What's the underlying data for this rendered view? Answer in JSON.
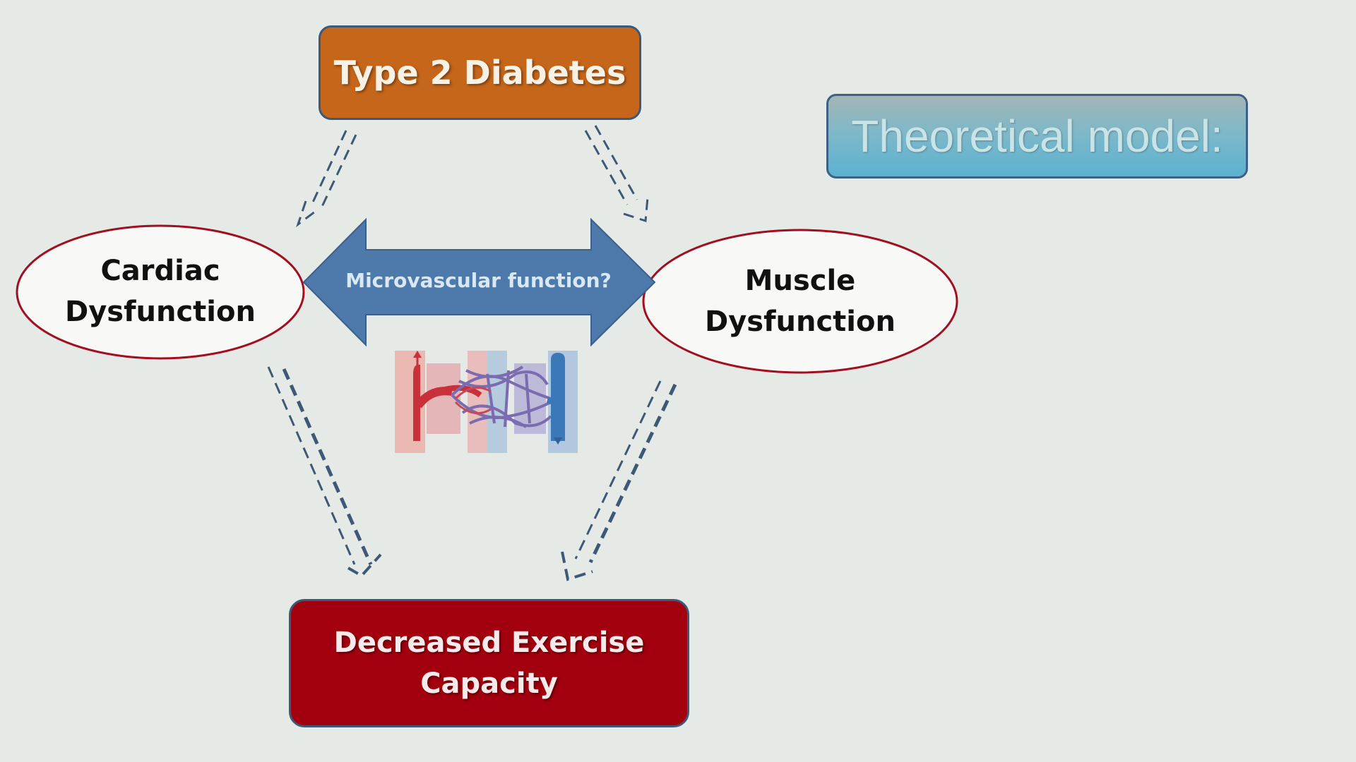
{
  "nodes": {
    "top": "Type 2 Diabetes",
    "left": "Cardiac\nDysfunction",
    "right": "Muscle\nDysfunction",
    "bottom": "Decreased Exercise\nCapacity",
    "link": "Microvascular function?"
  },
  "title_badge": "Theoretical model:",
  "colors": {
    "background": "#e6eae6",
    "top_box": "#c5661b",
    "bottom_box": "#a2000e",
    "ellipse_stroke": "#a01020",
    "arrow_fill": "#4d7aab",
    "dashed_arrow": "#3e5878",
    "badge": "#5ab2d1"
  },
  "icons": {
    "microvasculature": "capillary-network-icon"
  }
}
